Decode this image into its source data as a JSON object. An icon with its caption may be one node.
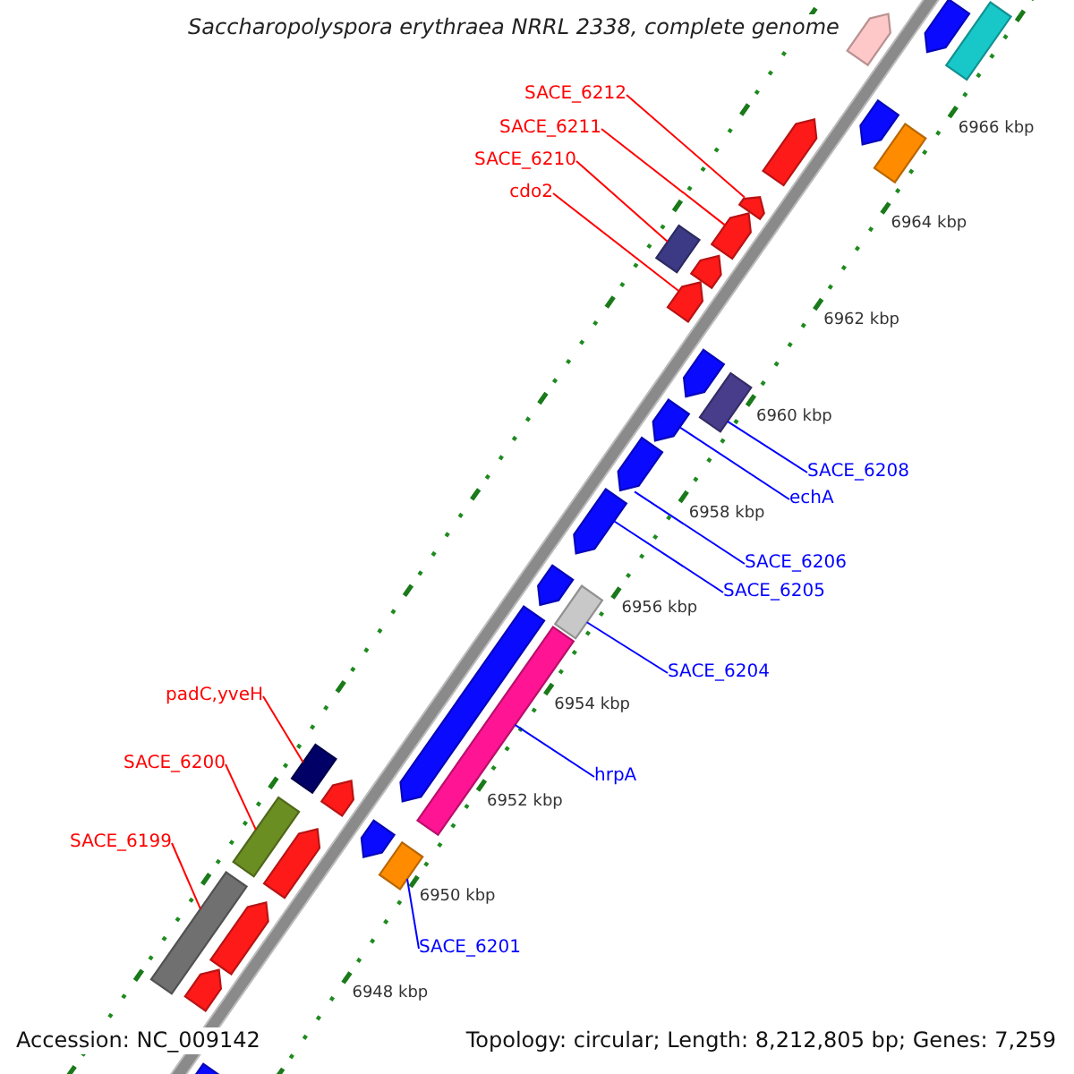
{
  "diagram": {
    "title": "Saccharopolyspora erythraea NRRL 2338, complete genome",
    "nodes": [
      {
        "text": [
          "SACE_6212"
        ]
      },
      {
        "text": [
          "SACE_6211"
        ]
      },
      {
        "text": [
          "SACE_6210"
        ]
      },
      {
        "text": [
          "cdo2"
        ]
      },
      {
        "text": [
          "SACE_6208"
        ]
      },
      {
        "text": [
          "echA"
        ]
      },
      {
        "text": [
          "SACE_6206"
        ]
      },
      {
        "text": [
          "SACE_6205"
        ]
      },
      {
        "text": [
          "SACE_6204"
        ]
      },
      {
        "text": [
          "padC,yveH"
        ]
      },
      {
        "text": [
          "SACE_6200"
        ]
      },
      {
        "text": [
          "hrpA"
        ]
      },
      {
        "text": [
          "SACE_6199"
        ]
      },
      {
        "text": [
          "SACE_6201"
        ]
      },
      {
        "text": [],
        "shape": "arrow"
      },
      {
        "text": [],
        "shape": "arrow"
      },
      {
        "text": [],
        "shape": "box"
      },
      {
        "text": [],
        "shape": "arrow"
      },
      {
        "text": [],
        "shape": "box"
      },
      {
        "text": [],
        "shape": "arrow"
      },
      {
        "text": [],
        "shape": "arrow"
      },
      {
        "text": [],
        "shape": "arrow"
      },
      {
        "text": [],
        "shape": "box"
      },
      {
        "text": [],
        "shape": "box"
      },
      {
        "text": [],
        "shape": "box"
      },
      {
        "text": [],
        "shape": "box"
      },
      {
        "text": [],
        "shape": "box"
      },
      {
        "text": [],
        "shape": "box"
      },
      {
        "text": [],
        "shape": "arrow"
      },
      {
        "text": [],
        "shape": "arrow"
      },
      {
        "text": [],
        "shape": "arrow"
      },
      {
        "text": [],
        "shape": "arrow"
      },
      {
        "text": [],
        "shape": "arrow"
      },
      {
        "text": [],
        "shape": "arrow"
      },
      {
        "text": [],
        "shape": "arrow"
      },
      {
        "text": [],
        "shape": "arrow"
      },
      {
        "text": [],
        "shape": "box"
      },
      {
        "text": [],
        "shape": "arrow"
      },
      {
        "text": [],
        "shape": "box"
      },
      {
        "text": [],
        "shape": "arrow"
      },
      {
        "text": [],
        "shape": "arrow"
      },
      {
        "text": [],
        "shape": "arrow"
      },
      {
        "text": [],
        "shape": "arrow"
      },
      {
        "text": [],
        "shape": "arrow"
      }
    ],
    "edges": [
      {
        "from": 0,
        "to": 14,
        "arrow": "none"
      },
      {
        "from": 1,
        "to": 15,
        "arrow": "none"
      },
      {
        "from": 2,
        "to": 16,
        "arrow": "none"
      },
      {
        "from": 3,
        "to": 17,
        "arrow": "none"
      },
      {
        "from": 4,
        "to": 18,
        "arrow": "none",
        "color": "#0000ff"
      },
      {
        "from": 5,
        "to": 19,
        "arrow": "none",
        "color": "#0000ff"
      },
      {
        "from": 6,
        "to": 20,
        "arrow": "none",
        "color": "#0000ff"
      },
      {
        "from": 7,
        "to": 21,
        "arrow": "none",
        "color": "#0000ff"
      },
      {
        "from": 8,
        "to": 22,
        "arrow": "none",
        "color": "#0000ff"
      },
      {
        "from": 9,
        "to": 23,
        "arrow": "none"
      },
      {
        "from": 10,
        "to": 24,
        "arrow": "none"
      },
      {
        "from": 11,
        "to": 25,
        "arrow": "none",
        "color": "#0000ff"
      },
      {
        "from": 12,
        "to": 26,
        "arrow": "none"
      },
      {
        "from": 13,
        "to": 27,
        "arrow": "none",
        "color": "#0000ff"
      }
    ],
    "labels": [
      "6966 kbp",
      "6964 kbp",
      "6962 kbp",
      "6960 kbp",
      "6958 kbp",
      "6956 kbp",
      "6954 kbp",
      "6952 kbp",
      "6950 kbp",
      "6948 kbp",
      "Accession: NC_009142",
      "Topology: circular; Length: 8,212,805 bp; Genes: 7,259"
    ]
  }
}
